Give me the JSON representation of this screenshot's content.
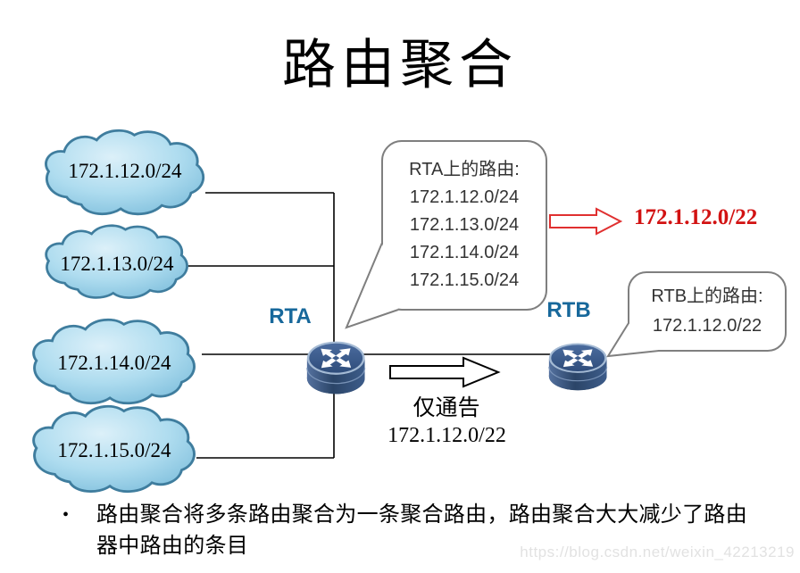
{
  "title": "路由聚合",
  "clouds": [
    {
      "label": "172.1.12.0/24"
    },
    {
      "label": "172.1.13.0/24"
    },
    {
      "label": "172.1.14.0/24"
    },
    {
      "label": "172.1.15.0/24"
    }
  ],
  "routers": [
    {
      "name": "RTA"
    },
    {
      "name": "RTB"
    }
  ],
  "callout_rta": {
    "title": "RTA上的路由:",
    "routes": [
      "172.1.12.0/24",
      "172.1.13.0/24",
      "172.1.14.0/24",
      "172.1.15.0/24"
    ]
  },
  "callout_rtb": {
    "title": "RTB上的路由:",
    "routes": [
      "172.1.12.0/22"
    ]
  },
  "aggregated_route": "172.1.12.0/22",
  "advertise": {
    "caption": "仅通告",
    "route": "172.1.12.0/22"
  },
  "bullet": {
    "marker": "•",
    "text": "路由聚合将多条路由聚合为一条聚合路由，路由聚合大大减少了路由器中路由的条目"
  },
  "watermark": {
    "text": "https://blog.csdn.net/weixin_42213219"
  },
  "colors": {
    "cloud_fill": "#AEDCEF",
    "cloud_border": "#3F7D9E",
    "router_top": "#35547F",
    "router_label": "#17689B",
    "callout_border": "#7F7F7F",
    "aggregate_red": "#D21212",
    "line_black": "#000000",
    "watermark_gray": "#E2E2E2"
  }
}
